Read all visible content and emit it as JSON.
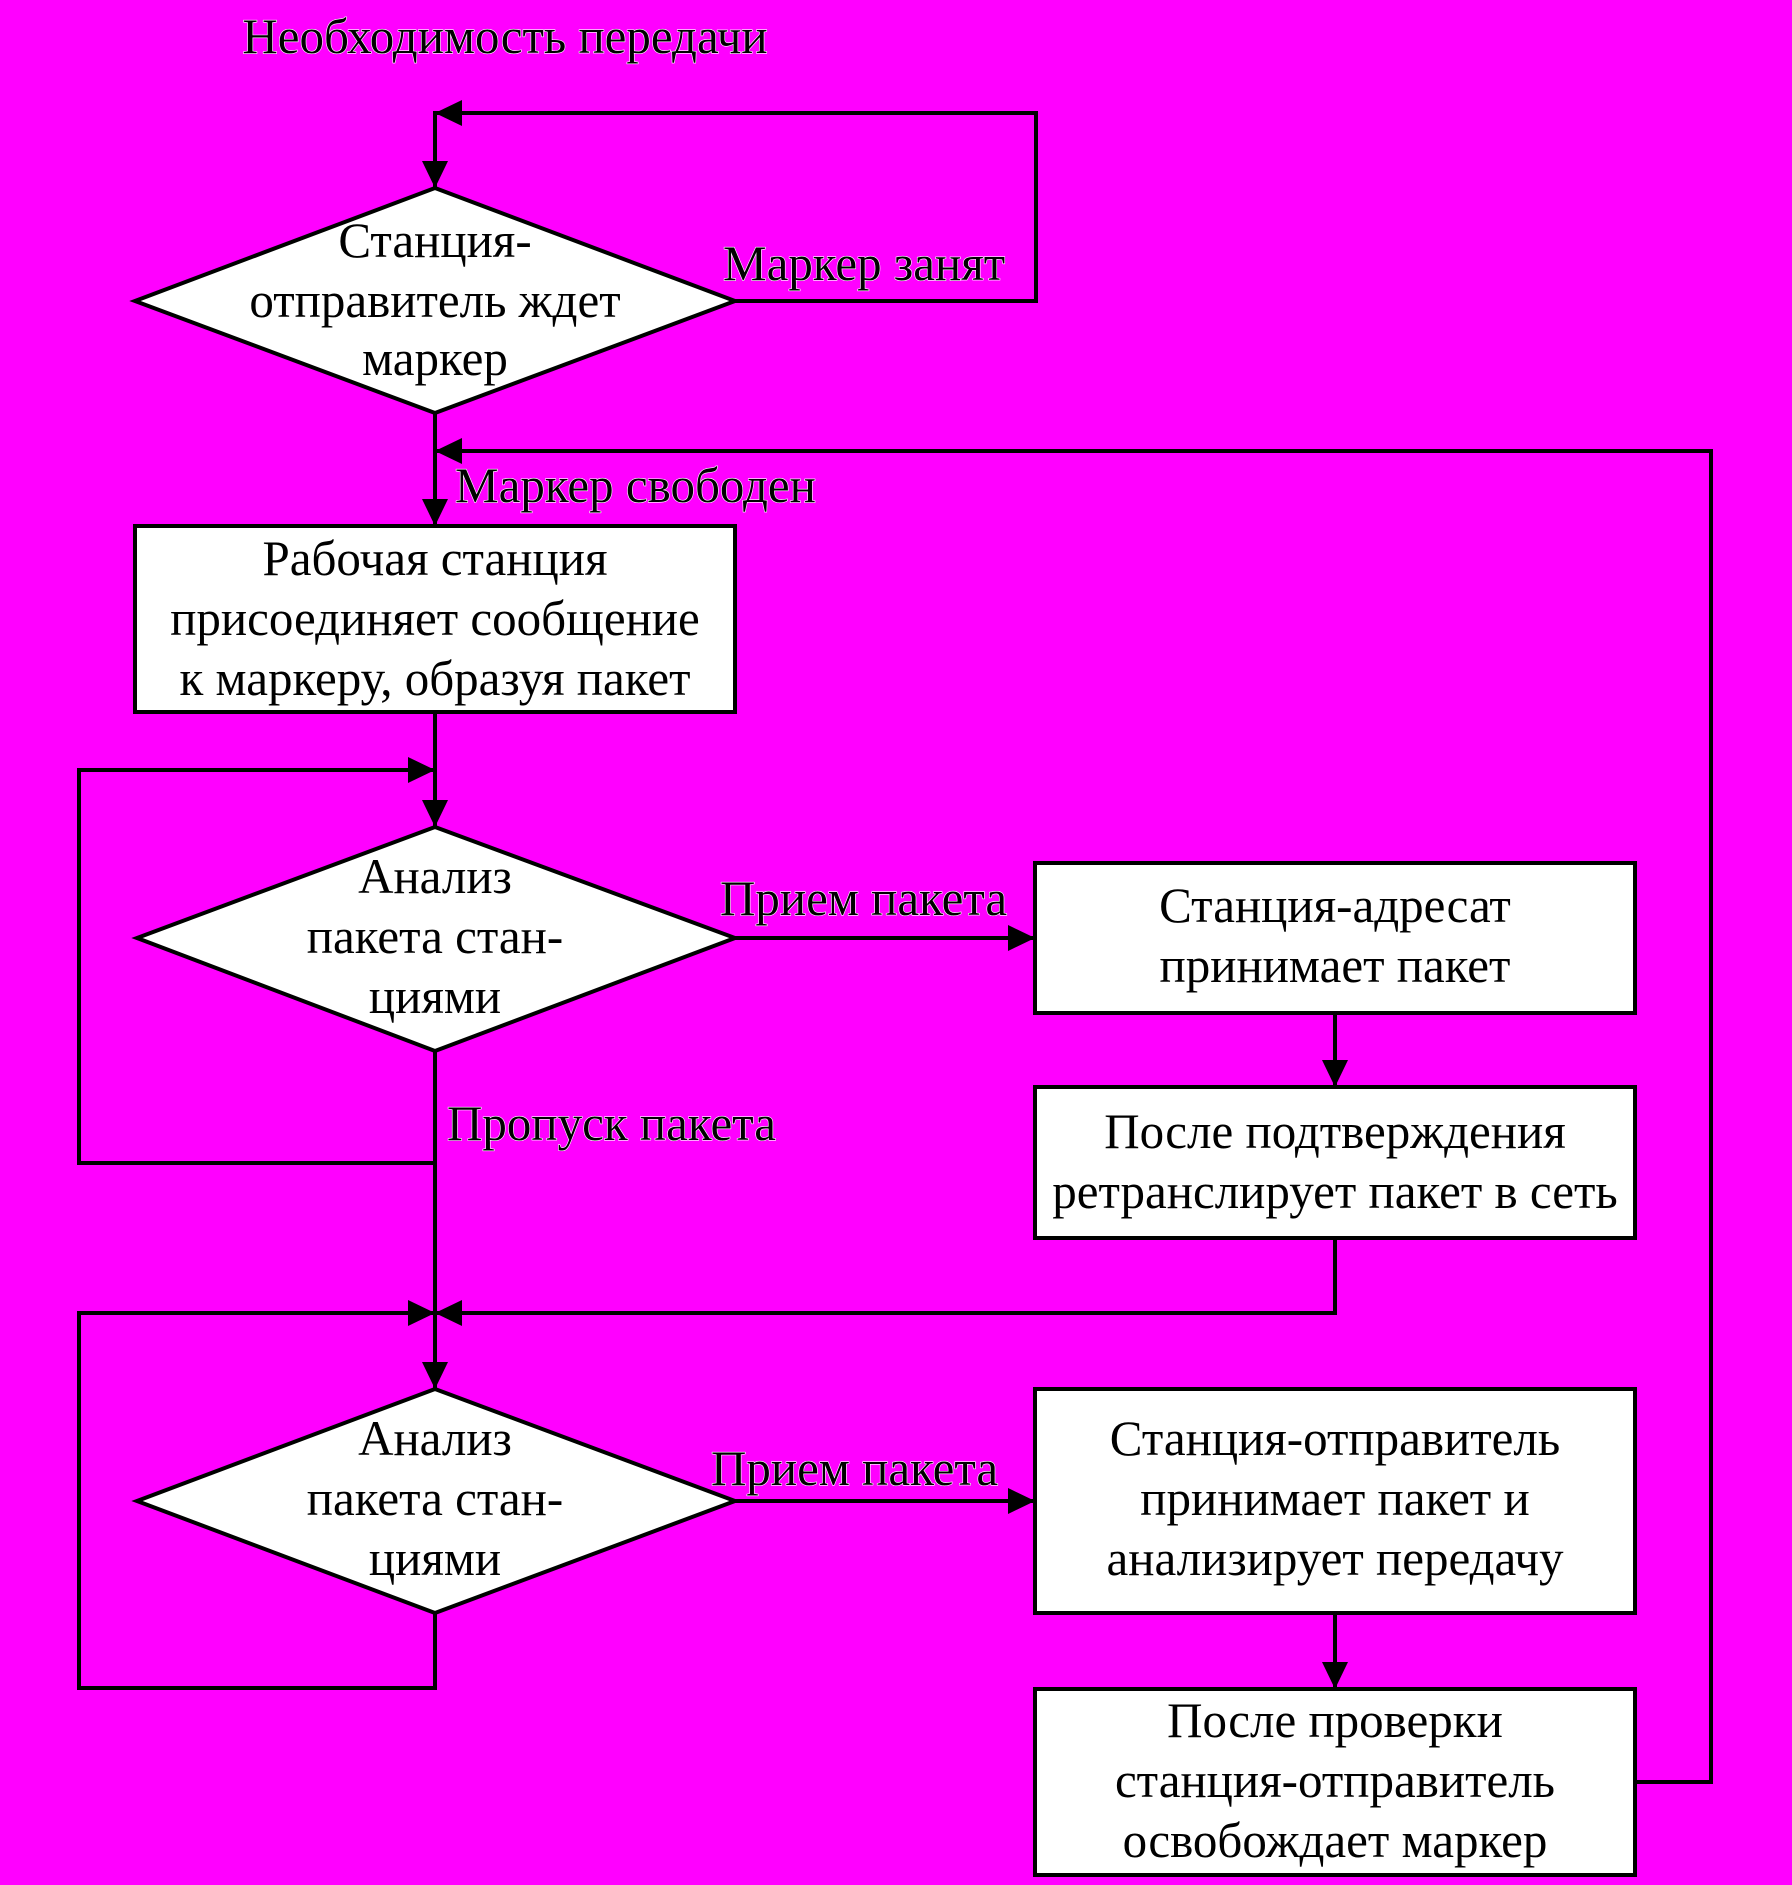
{
  "diagram": {
    "title": "Необходимость передачи",
    "background_color": "#ff00ff",
    "nodes": {
      "wait_token": {
        "type": "decision",
        "lines": [
          "Станция-",
          "отправитель ждет",
          "маркер"
        ]
      },
      "attach_message": {
        "type": "process",
        "lines": [
          "Рабочая станция",
          "присоединяет сообщение",
          "к маркеру, образуя пакет"
        ]
      },
      "analyze_1": {
        "type": "decision",
        "lines": [
          "Анализ",
          "пакета стан-",
          "циями"
        ]
      },
      "receiver_accepts": {
        "type": "process",
        "lines": [
          "Станция-адресат",
          "принимает пакет"
        ]
      },
      "retransmit": {
        "type": "process",
        "lines": [
          "После подтверждения",
          "ретранслирует пакет в сеть"
        ]
      },
      "analyze_2": {
        "type": "decision",
        "lines": [
          "Анализ",
          "пакета стан-",
          "циями"
        ]
      },
      "sender_accepts": {
        "type": "process",
        "lines": [
          "Станция-отправитель",
          "принимает пакет и",
          "анализирует передачу"
        ]
      },
      "release_token": {
        "type": "process",
        "lines": [
          "После проверки",
          "станция-отправитель",
          "освобождает маркер"
        ]
      }
    },
    "edge_labels": {
      "token_busy": "Маркер занят",
      "token_free": "Маркер свободен",
      "receive_1": "Прием пакета",
      "skip_packet": "Пропуск пакета",
      "receive_2": "Прием пакета"
    }
  }
}
